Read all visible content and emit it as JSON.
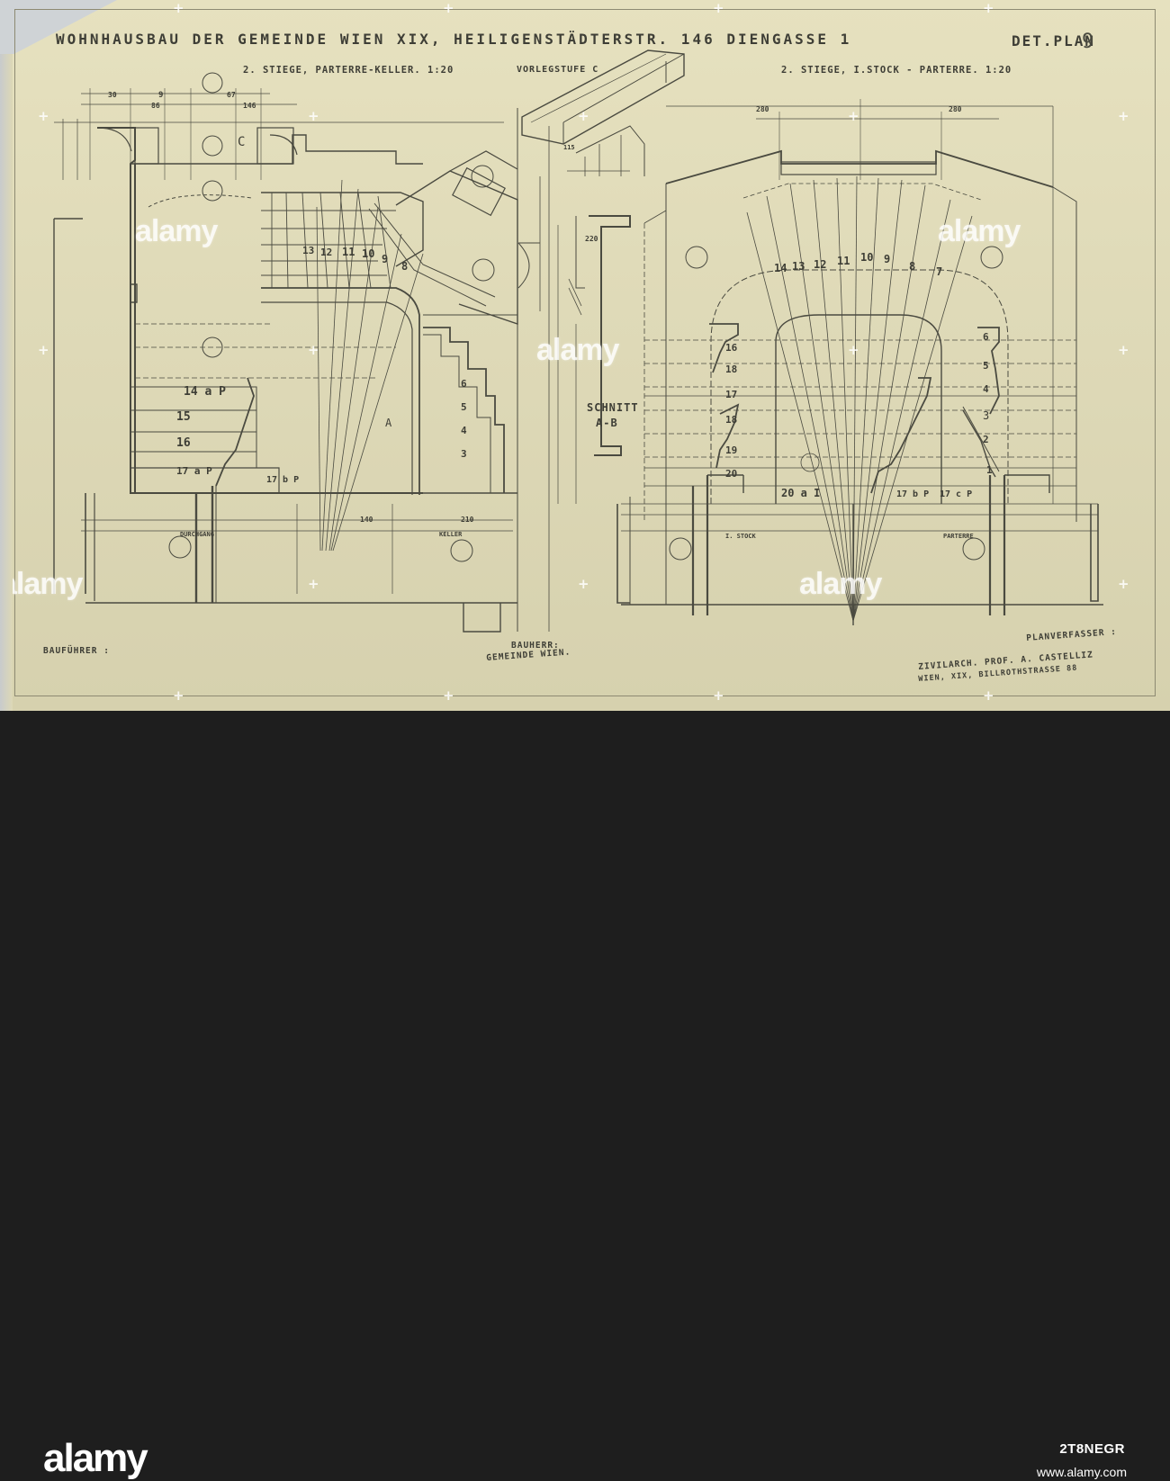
{
  "sheet": {
    "title": "WOHNHAUSBAU DER GEMEINDE WIEN XIX, HEILIGENSTÄDTERSTR. 146 DIENGASSE 1",
    "sheet_label": "DET.PLAN",
    "sheet_number": "9",
    "subtitle_left": "2. STIEGE, PARTERRE-KELLER. 1:20",
    "subtitle_middle": "VORLEGSTUFE C",
    "subtitle_right": "2. STIEGE, I.STOCK - PARTERRE. 1:20",
    "section_label_1": "SCHNITT",
    "section_label_2": "A-B",
    "bauführer": "BAUFÜHRER :",
    "bauherr_1": "BAUHERR:",
    "bauherr_2": "GEMEINDE WIEN.",
    "planverfasser_1": "PLANVERFASSER :",
    "planverfasser_2": "ZIVILARCH. PROF. A. CASTELLIZ",
    "planverfasser_3": "WIEN, XIX, BILLROTHSTRASSE 88"
  },
  "watermark": {
    "text": "alamy"
  },
  "footer": {
    "logo": "alamy",
    "image_id": "2T8NEGR",
    "url": "www.alamy.com"
  },
  "colors": {
    "paper": "#e2ddba",
    "pencil": "#3e3e36",
    "footer": "#1e1e1e"
  }
}
